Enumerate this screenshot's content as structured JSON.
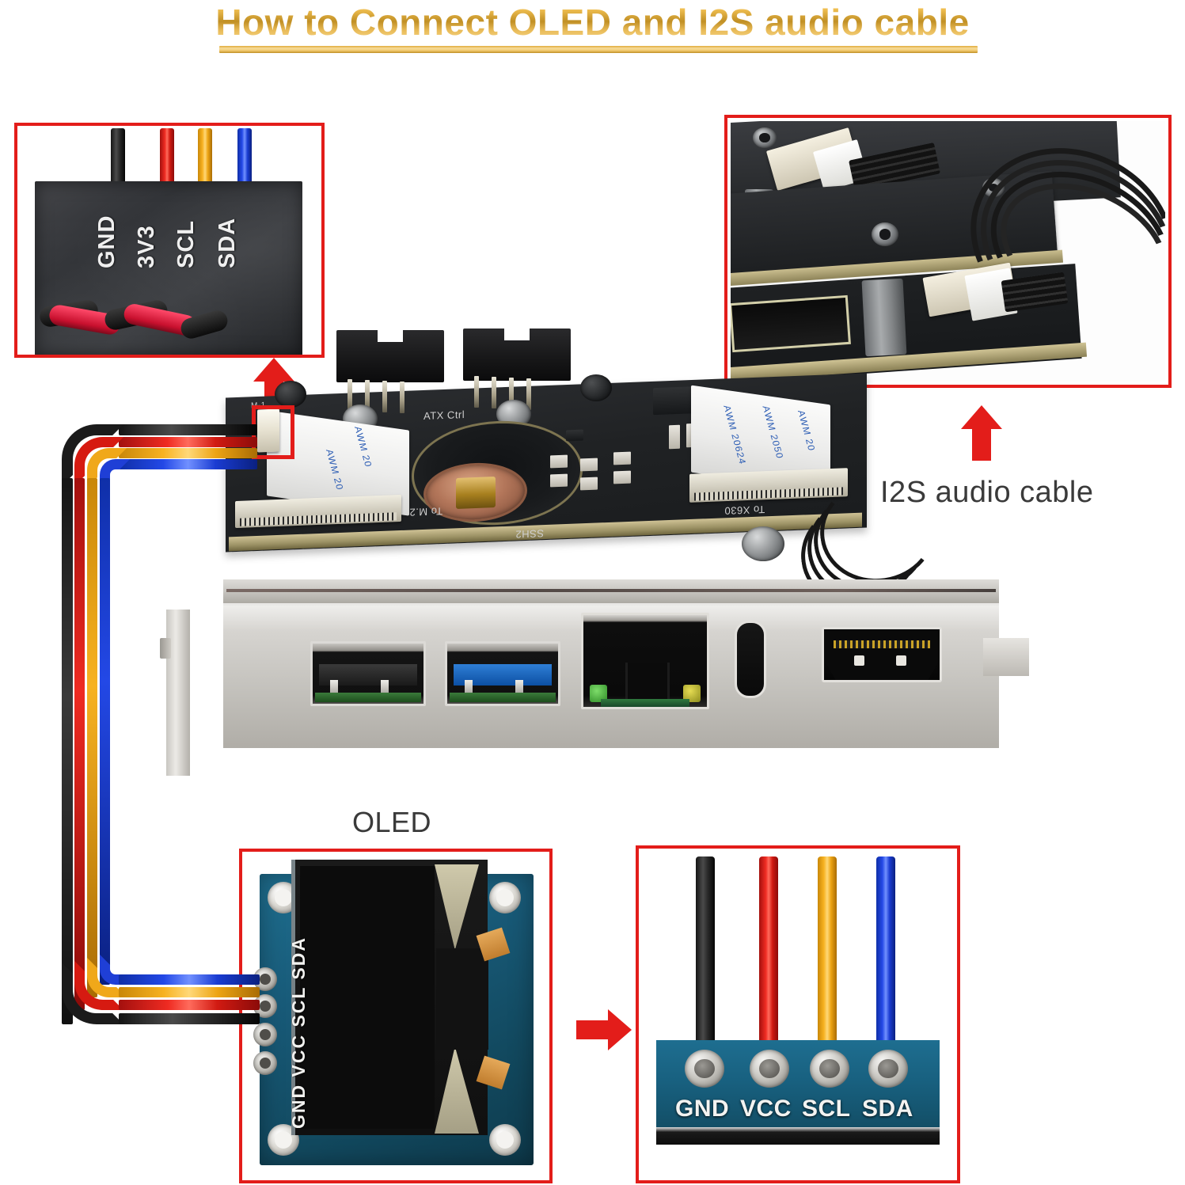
{
  "title": {
    "text": "How to Connect OLED and I2S audio cable",
    "color": "#c08f24",
    "rule_color": "#e0ab3a"
  },
  "labels": {
    "i2s_cable": "I2S audio cable",
    "oled": "OLED"
  },
  "insets": {
    "top_left": {
      "name": "hat-pin-header-closeup",
      "border_color": "#e31d1a",
      "pin_labels": [
        "SDA",
        "SCL",
        "3V3",
        "GND"
      ],
      "wire_colors": [
        "#111111",
        "#e32119",
        "#f7b221",
        "#1f46dc"
      ],
      "wires": [
        {
          "name": "gnd-wire",
          "color": "#111111"
        },
        {
          "name": "vcc-wire",
          "color": "#e32119"
        },
        {
          "name": "scl-wire",
          "color": "#f7b221"
        },
        {
          "name": "sda-wire",
          "color": "#1f46dc"
        }
      ]
    },
    "top_right": {
      "name": "i2s-connector-closeup",
      "border_color": "#e31d1a"
    },
    "oled_module": {
      "name": "oled-module-closeup",
      "border_color": "#e31d1a",
      "pad_labels": "GND VCC SCL SDA",
      "pcb_color": "#18607f"
    },
    "bottom_right": {
      "name": "oled-solder-pads-closeup",
      "border_color": "#e31d1a",
      "pads": [
        {
          "label": "GND",
          "wire_color": "#111111"
        },
        {
          "label": "VCC",
          "wire_color": "#e32119"
        },
        {
          "label": "SCL",
          "wire_color": "#f7b221"
        },
        {
          "label": "SDA",
          "wire_color": "#1f46dc"
        }
      ]
    }
  },
  "board": {
    "name": "expansion-board",
    "silkscreen": [
      {
        "text": "ATX Ctrl",
        "name": "silk-atx-ctrl"
      },
      {
        "text": "To X630",
        "name": "silk-to-x630"
      },
      {
        "text": "SSH2",
        "name": "silk-ssh2"
      },
      {
        "text": "To M.2",
        "name": "silk-to-m2"
      },
      {
        "text": "M-1",
        "name": "silk-m1"
      }
    ],
    "ffc_markings": [
      "AWM 20624",
      "AWM 2050",
      "AWM 20"
    ],
    "ports": [
      {
        "name": "usb2-port",
        "label": "USB 2.0",
        "color": "#141414"
      },
      {
        "name": "usb3-port",
        "label": "USB 3.0",
        "color": "#0c4fa3"
      },
      {
        "name": "ethernet-port",
        "label": "RJ45"
      },
      {
        "name": "usbc-port",
        "label": "USB-C"
      },
      {
        "name": "hdmi-port",
        "label": "HDMI"
      }
    ]
  },
  "wiring": {
    "name": "oled-i2c-harness",
    "wire_order": [
      "GND",
      "VCC/3V3",
      "SCL",
      "SDA"
    ],
    "colors": {
      "gnd": "#111111",
      "vcc": "#e32119",
      "scl": "#f7b221",
      "sda": "#1f46dc"
    }
  },
  "arrows": [
    {
      "name": "arrow-to-top-left-inset",
      "direction": "up",
      "color": "#e31d1a"
    },
    {
      "name": "arrow-to-top-right-inset",
      "direction": "up",
      "color": "#e31d1a"
    },
    {
      "name": "arrow-to-pad-closeup",
      "direction": "right",
      "color": "#e31d1a"
    }
  ]
}
